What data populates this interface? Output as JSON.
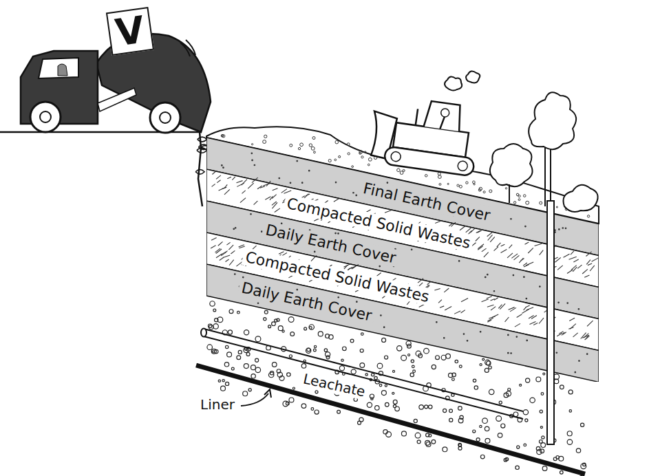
{
  "diagram": {
    "nodes": [
      {
        "text": [
          "Final Earth Cover"
        ]
      },
      {
        "text": [
          "Compacted Solid Wastes"
        ]
      },
      {
        "text": [
          "Daily Earth Cover"
        ]
      },
      {
        "text": [
          "Compacted Solid Wastes"
        ]
      },
      {
        "text": [
          "Daily Earth Cover"
        ]
      }
    ],
    "labels": [
      "V",
      "Leachate",
      "Liner"
    ]
  }
}
